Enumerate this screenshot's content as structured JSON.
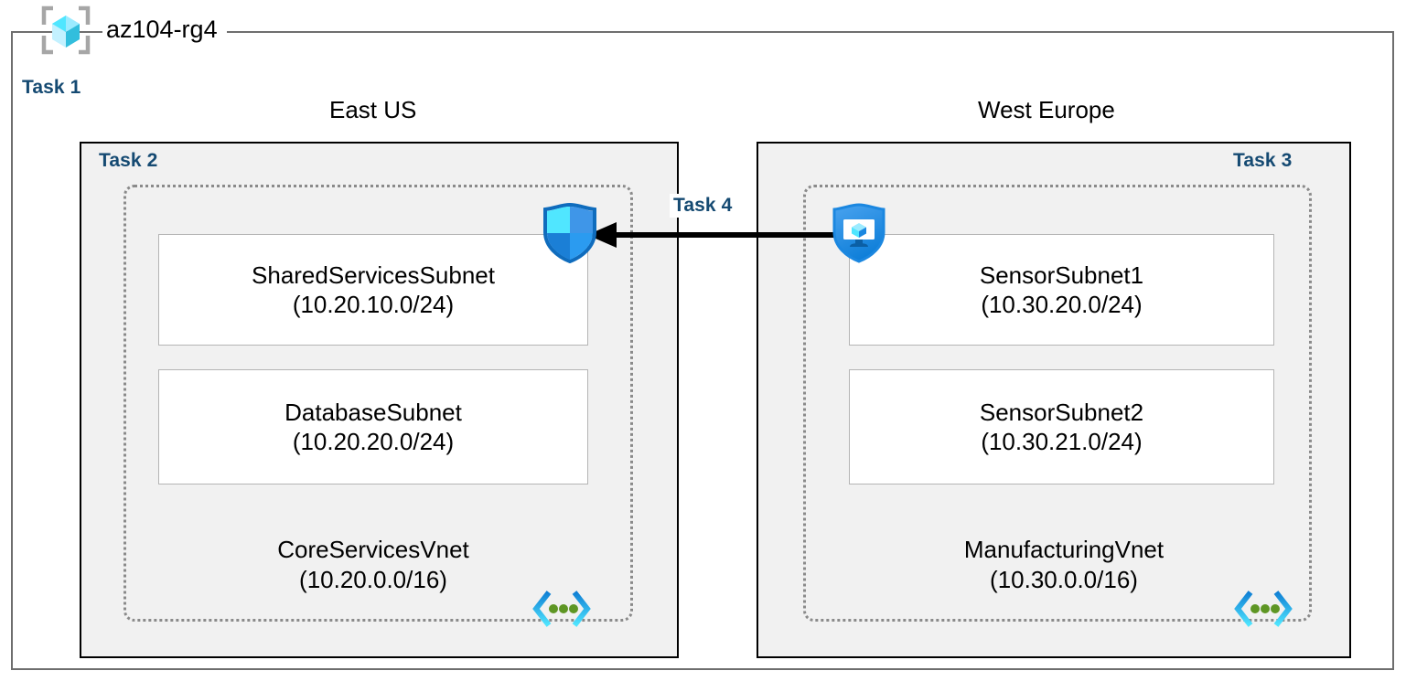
{
  "resource_group": {
    "name": "az104-rg4",
    "icon": "azure-resource-group-icon"
  },
  "tasks": {
    "task1": "Task 1",
    "task2": "Task 2",
    "task3": "Task 3",
    "task4": "Task 4"
  },
  "regions": [
    {
      "id": "east-us",
      "caption": "East US",
      "task_label": "Task 2",
      "vnet": {
        "name": "CoreServicesVnet",
        "cidr": "(10.20.0.0/16)",
        "icon": "virtual-network-icon",
        "subnets": [
          {
            "name": "SharedServicesSubnet",
            "cidr": "(10.20.10.0/24)"
          },
          {
            "name": "DatabaseSubnet",
            "cidr": "(10.20.20.0/24)"
          }
        ]
      }
    },
    {
      "id": "west-europe",
      "caption": "West Europe",
      "task_label": "Task 3",
      "vnet": {
        "name": "ManufacturingVnet",
        "cidr": "(10.30.0.0/16)",
        "icon": "virtual-network-icon",
        "subnets": [
          {
            "name": "SensorSubnet1",
            "cidr": "(10.30.20.0/24)"
          },
          {
            "name": "SensorSubnet2",
            "cidr": "(10.30.21.0/24)"
          }
        ]
      }
    }
  ],
  "peering": {
    "label": "Task 4",
    "left_icon": "vnet-peering-shield-icon",
    "right_icon": "shield-monitor-icon",
    "arrow_direction": "right-to-left"
  },
  "colors": {
    "task_label": "#154A72",
    "region_fill": "#f1f1f1",
    "region_border": "#000000",
    "vnet_border": "#8a8a8a",
    "subnet_border": "#b4b4b4",
    "rg_border": "#6e6e6e",
    "azure_blue": "#0078d4",
    "azure_cyan": "#50e6ff",
    "vnet_dot_green": "#5e9624"
  }
}
